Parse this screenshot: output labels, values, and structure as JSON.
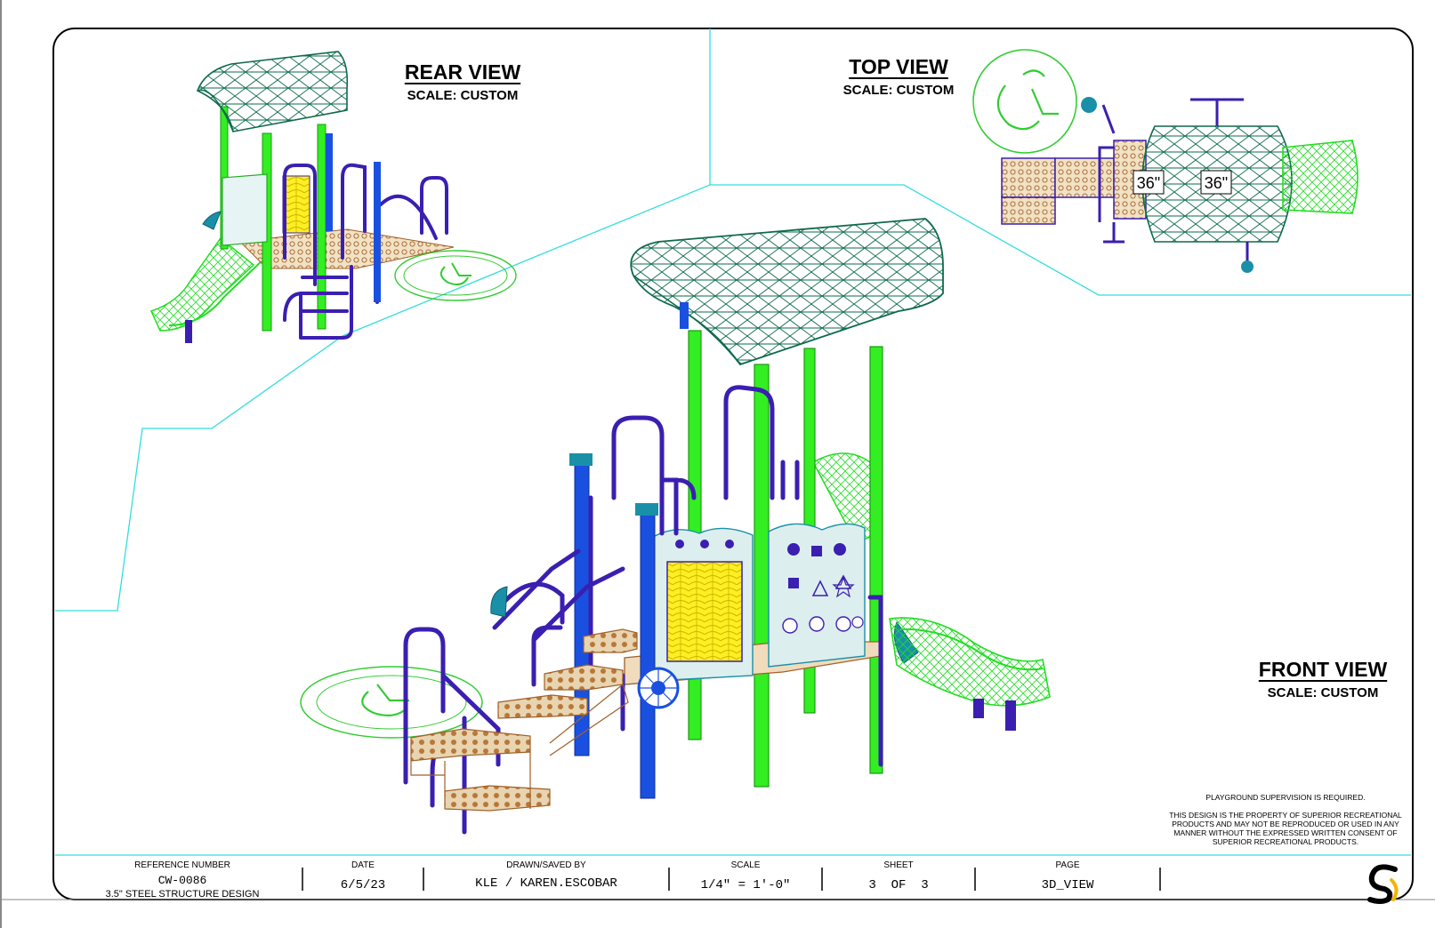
{
  "views": {
    "rear": {
      "title": "REAR VIEW",
      "scale": "SCALE: CUSTOM"
    },
    "top": {
      "title": "TOP VIEW",
      "scale": "SCALE: CUSTOM"
    },
    "front": {
      "title": "FRONT VIEW",
      "scale": "SCALE: CUSTOM"
    }
  },
  "dimensions": {
    "d1": "36\"",
    "d2": "36\""
  },
  "notes": {
    "supervision": "PLAYGROUND SUPERVISION IS REQUIRED.",
    "property": "THIS DESIGN IS THE PROPERTY OF SUPERIOR RECREATIONAL PRODUCTS AND MAY NOT BE REPRODUCED OR USED IN ANY MANNER WITHOUT THE EXPRESSED WRITTEN CONSENT OF SUPERIOR RECREATIONAL PRODUCTS."
  },
  "title_block": {
    "reference_label": "REFERENCE NUMBER",
    "reference_value": "CW-0086",
    "reference_desc": "3.5\" STEEL STRUCTURE DESIGN",
    "date_label": "DATE",
    "date_value": "6/5/23",
    "drawn_label": "DRAWN/SAVED BY",
    "drawn_value": "KLE / KAREN.ESCOBAR",
    "scale_label": "SCALE",
    "scale_value": "1/4\" = 1'-0\"",
    "sheet_label": "SHEET",
    "sheet_value": "3  OF  3",
    "page_label": "PAGE",
    "page_value": "3D_VIEW"
  },
  "colors": {
    "frame": "#000000",
    "view_border": "#33dddd",
    "post_green": "#33ee22",
    "rail_blue": "#3a1fb0",
    "post_blue": "#1a50e0",
    "roof": "#0e6a4a",
    "deck": "#a0602a",
    "panel": "#ddeeee",
    "climber_yellow": "#ffee22",
    "teal": "#1a90a8"
  }
}
